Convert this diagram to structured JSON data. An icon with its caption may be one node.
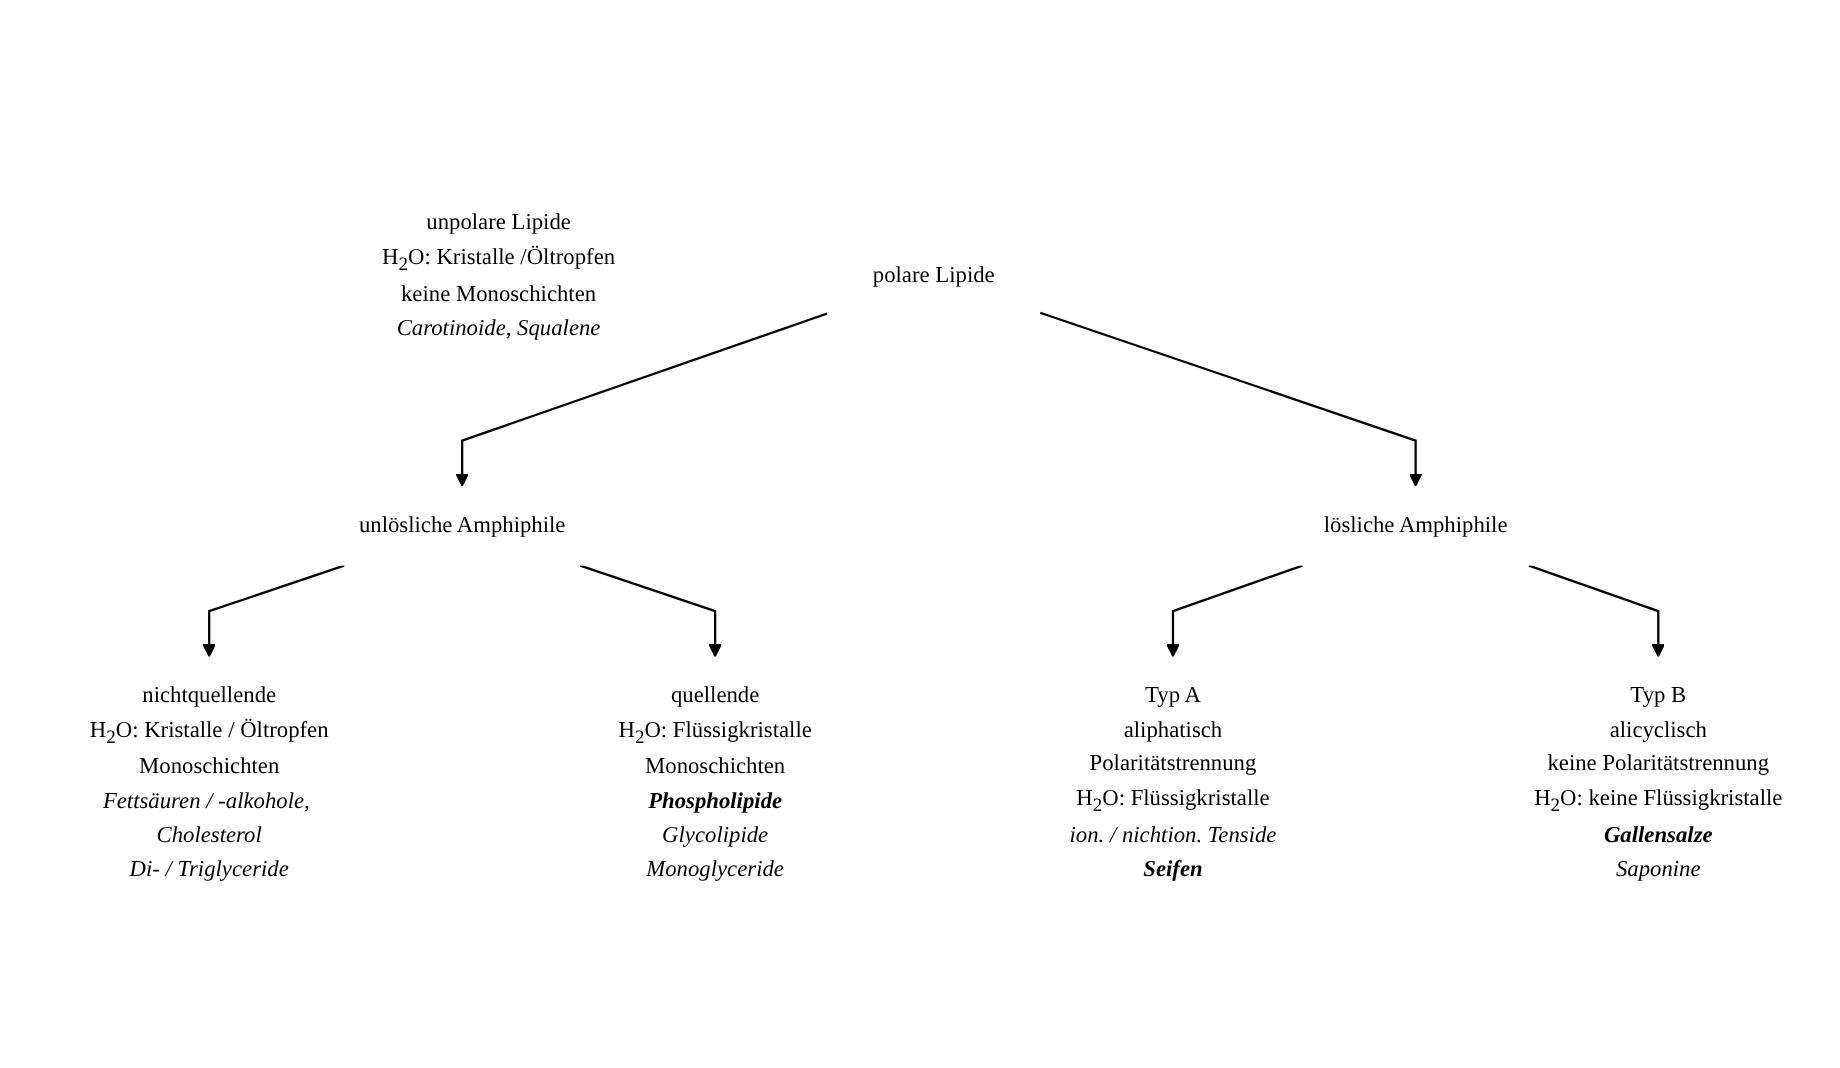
{
  "diagram": {
    "nodes": [
      {
        "text": [
          "unpolare Lipide",
          "H$_{2}$O: Kristalle /Öltropfen",
          "keine Monoschichten",
          "*Carotinoide, Squalene*"
        ]
      },
      {
        "text": [
          "polare Lipide"
        ]
      },
      {
        "text": [
          "unlösliche Amphiphile"
        ]
      },
      {
        "text": [
          "lösliche Amphiphile"
        ]
      },
      {
        "text": [
          "nichtquellende",
          "H$_{2}$O: Kristalle / Öltropfen",
          "Monoschichten",
          "*Fettsäuren / -alkohole, Cholesterol*",
          "*Di- / Triglyceride*"
        ]
      },
      {
        "text": [
          "quellende",
          "H$_{2}$O: Flüssigkristalle",
          "Monoschichten",
          "**Phospholipide**",
          "*Glycolipide*",
          "*Monoglyceride*"
        ]
      },
      {
        "text": [
          "Typ A",
          "aliphatisch",
          "Polaritätstrennung",
          "H$_{2}$O: Flüssigkristalle",
          "*ion. / nichtion. Tenside*",
          "**Seifen**"
        ]
      },
      {
        "text": [
          "Typ B",
          "alicyclisch",
          "keine Polaritätstrennung",
          "H$_{2}$O: keine Flüssigkristalle",
          "**Gallensalze**",
          "*Saponine*"
        ]
      }
    ],
    "edges": [
      {
        "from": 1,
        "to": 2,
        "arrow": "to"
      },
      {
        "from": 1,
        "to": 3,
        "arrow": "to"
      },
      {
        "from": 2,
        "to": 4,
        "arrow": "to"
      },
      {
        "from": 2,
        "to": 5,
        "arrow": "to"
      },
      {
        "from": 3,
        "to": 6,
        "arrow": "to"
      },
      {
        "from": 3,
        "to": 7,
        "arrow": "to"
      }
    ]
  }
}
